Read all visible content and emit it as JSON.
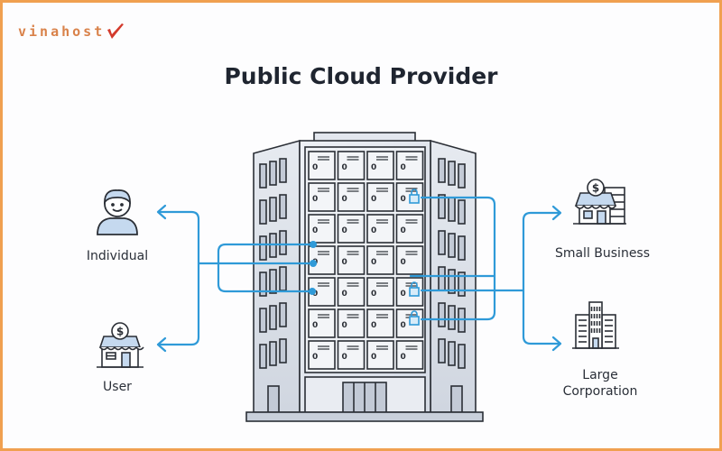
{
  "brand": {
    "name": "vinahost",
    "accent": "#d9824a",
    "check_color": "#d33a2c"
  },
  "title": "Public Cloud Provider",
  "provider": {
    "name": "building",
    "locker_symbol": "0",
    "grid_cols": 4,
    "grid_rows": 7
  },
  "consumers": {
    "left": [
      {
        "id": "individual",
        "label": "Individual",
        "icon": "person-icon"
      },
      {
        "id": "user",
        "label": "User",
        "icon": "storefront-icon"
      }
    ],
    "right": [
      {
        "id": "small-business",
        "label": "Small Business",
        "icon": "shop-building-icon"
      },
      {
        "id": "large-corporation",
        "label_line1": "Large",
        "label_line2": "Corporation",
        "icon": "office-tower-icon"
      }
    ]
  },
  "colors": {
    "connector": "#2f9ad8",
    "border": "#f0a050",
    "building_stroke": "#2b2f36",
    "building_fill": "#dfe4ec",
    "title": "#1f2530"
  }
}
